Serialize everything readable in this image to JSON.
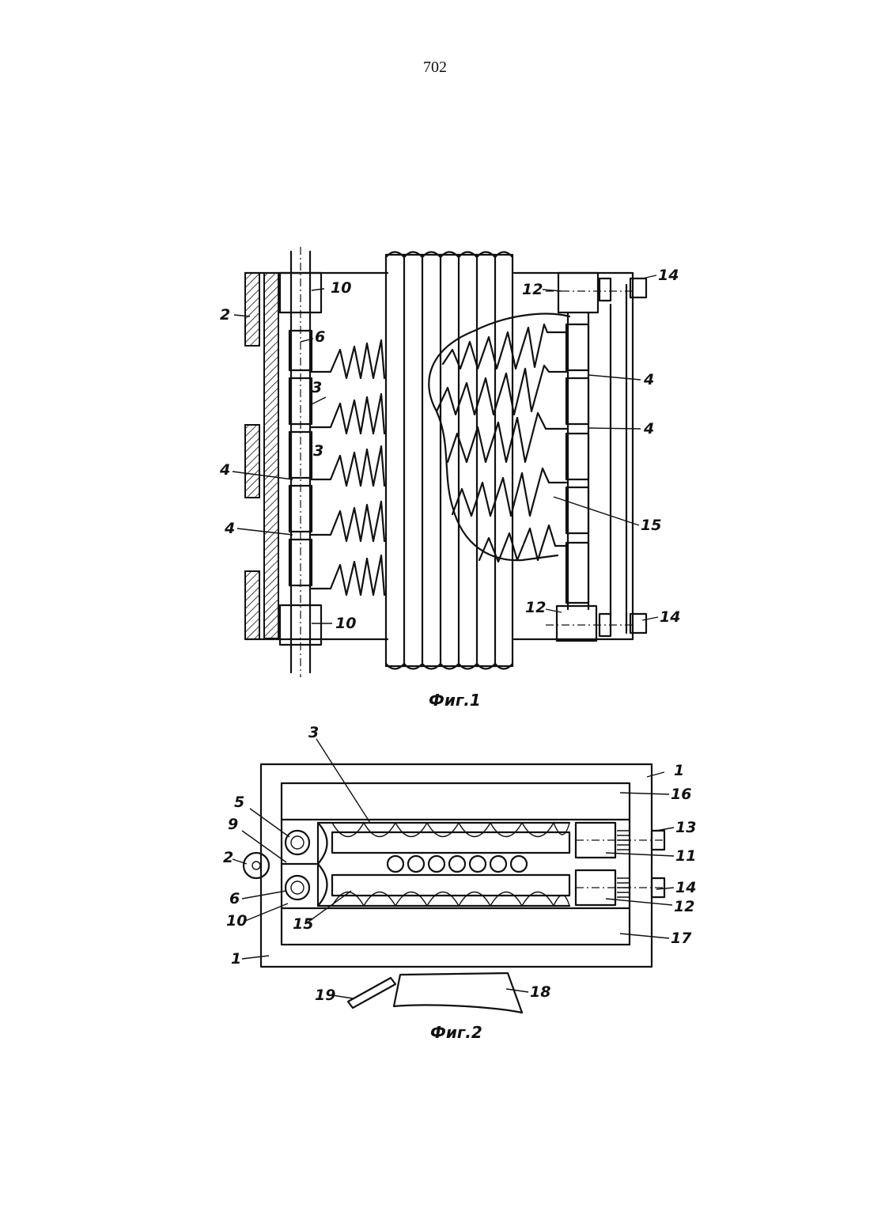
{
  "page": {
    "number": "702"
  },
  "figures": {
    "fig1": {
      "caption": "Фиг.1",
      "labels": [
        "2",
        "10",
        "6",
        "3",
        "3",
        "4",
        "4",
        "10",
        "12",
        "14",
        "4",
        "4",
        "15",
        "12",
        "14"
      ]
    },
    "fig2": {
      "caption": "Фиг.2",
      "labels": [
        "3",
        "1",
        "16",
        "5",
        "13",
        "9",
        "11",
        "2",
        "6",
        "14",
        "12",
        "10",
        "15",
        "17",
        "1",
        "19",
        "18"
      ]
    }
  }
}
